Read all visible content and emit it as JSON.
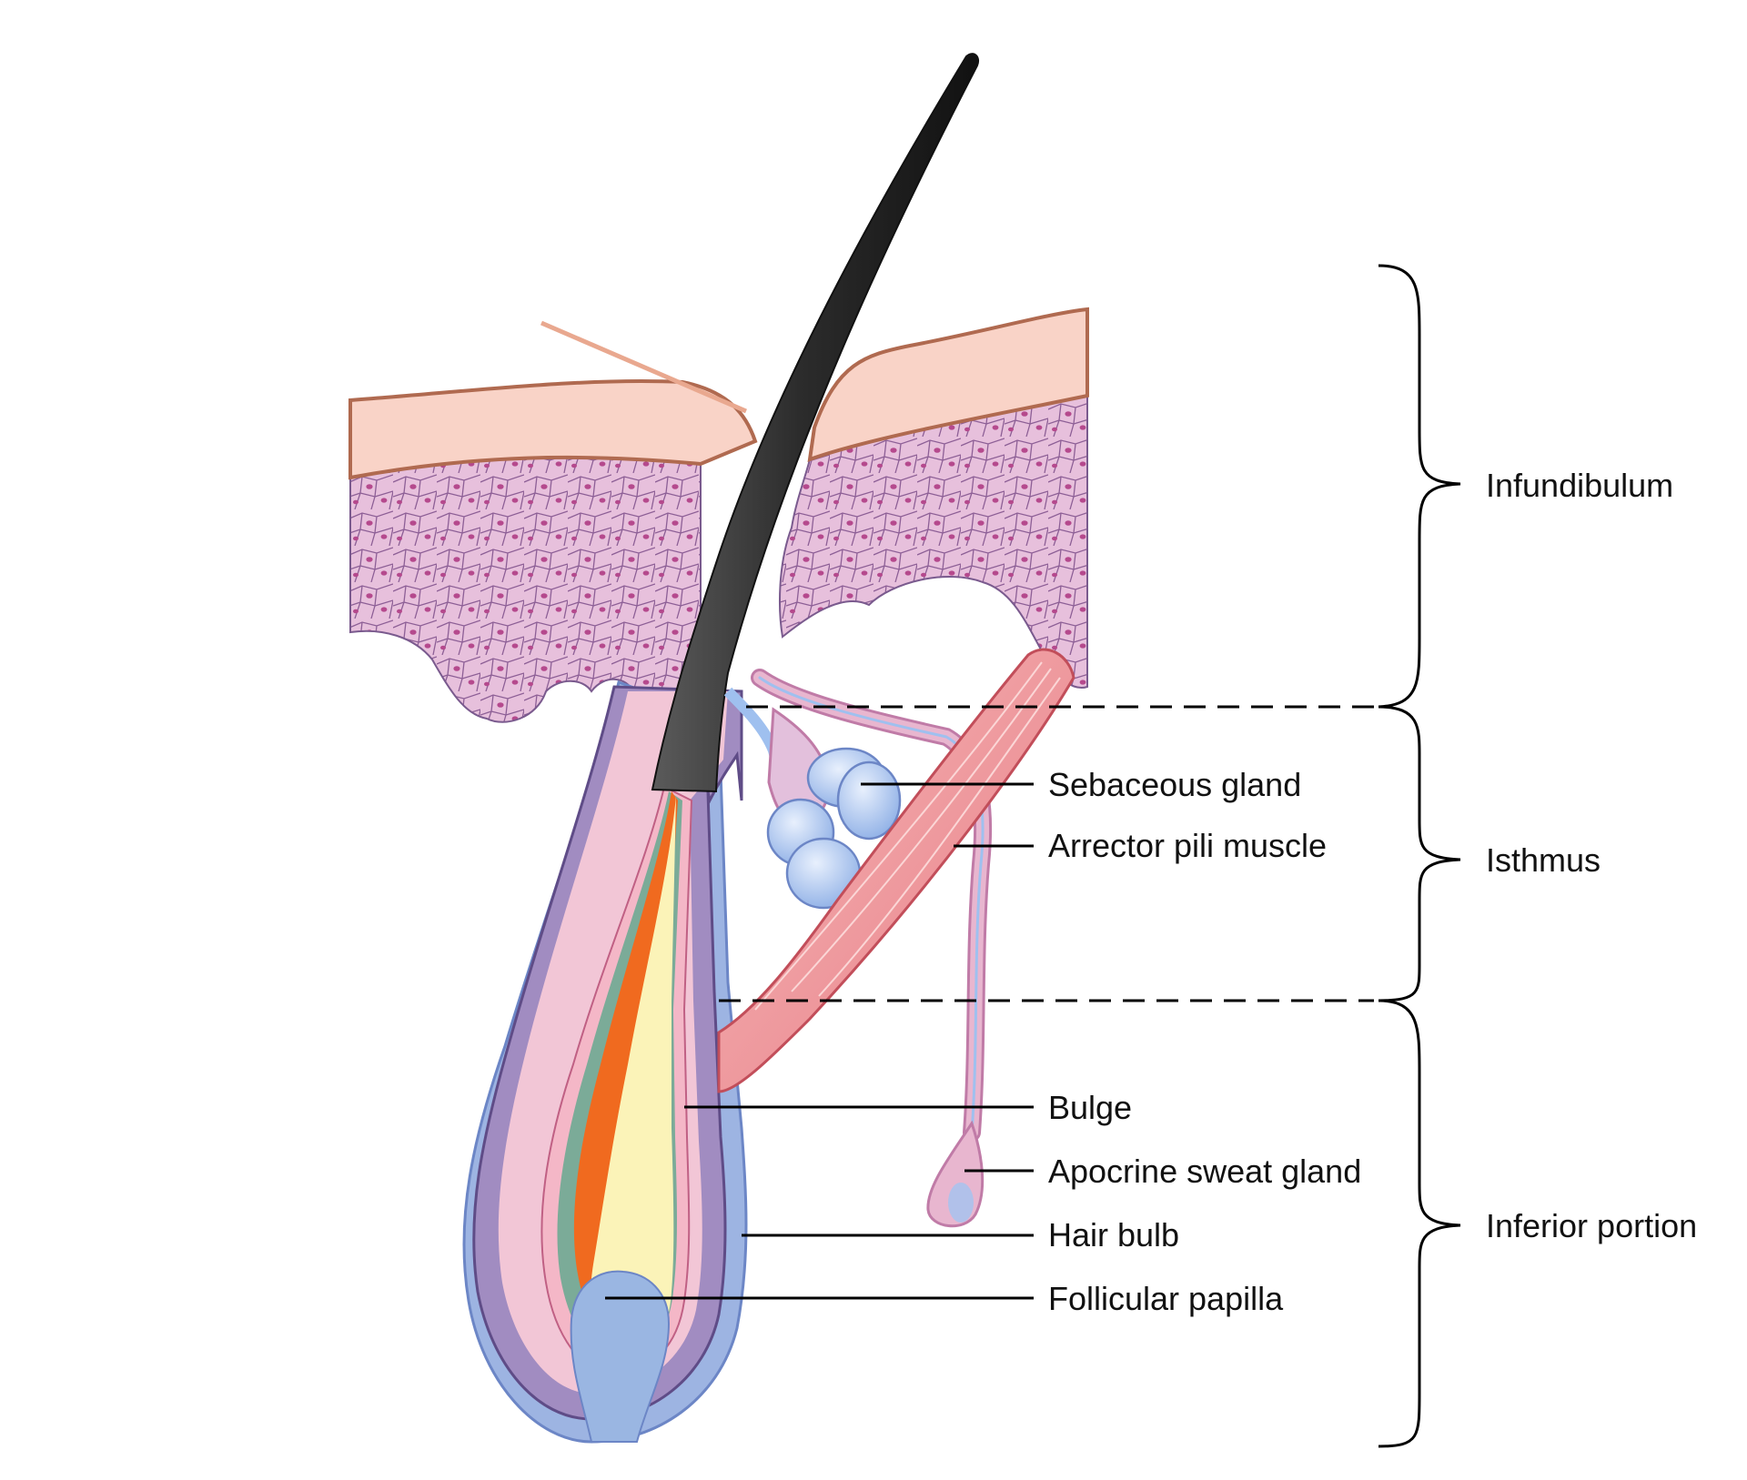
{
  "structure_labels": {
    "sebaceous_gland": "Sebaceous gland",
    "arrector_pili_muscle": "Arrector pili muscle",
    "bulge": "Bulge",
    "apocrine_sweat_gland": "Apocrine sweat gland",
    "hair_bulb": "Hair bulb",
    "follicular_papilla": "Follicular papilla"
  },
  "region_labels": {
    "infundibulum": "Infundibulum",
    "isthmus": "Isthmus",
    "inferior_portion": "Inferior portion"
  },
  "colors": {
    "stratum_corneum": "#f9d3c7",
    "skin_outline": "#b06a50",
    "epidermis": "#e7c0dc",
    "cell_nucleus": "#b5498d",
    "basal_cells": "#8b6aa8",
    "outer_sheath": "#f2c6d6",
    "connective_sheath": "#9db4e2",
    "hair_shaft": "#3a3a3a",
    "medulla": "#f06a1f",
    "cortex_core": "#fbf3b8",
    "papilla": "#9ab6e2",
    "sebaceous": "#b3c9ee",
    "muscle": "#ee8b8f",
    "sweat_duct": "#e8b6cf"
  }
}
